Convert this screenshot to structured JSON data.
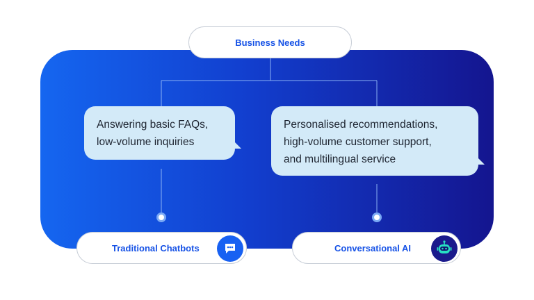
{
  "root": {
    "label": "Business Needs"
  },
  "left_branch": {
    "needs_lines": [
      "Answering basic FAQs,",
      "low-volume inquiries"
    ],
    "solution_label": "Traditional Chatbots",
    "icon": "chat-bubble-icon"
  },
  "right_branch": {
    "needs_lines": [
      "Personalised recommendations,",
      "high-volume customer support,",
      "and multilingual service"
    ],
    "solution_label": "Conversational AI",
    "icon": "robot-icon"
  },
  "colors": {
    "gradient_start": "#1566f0",
    "gradient_end": "#14158f",
    "accent_text": "#1652e6",
    "bubble_fill": "#d3eaf8",
    "robot_accent": "#27e0c3"
  }
}
